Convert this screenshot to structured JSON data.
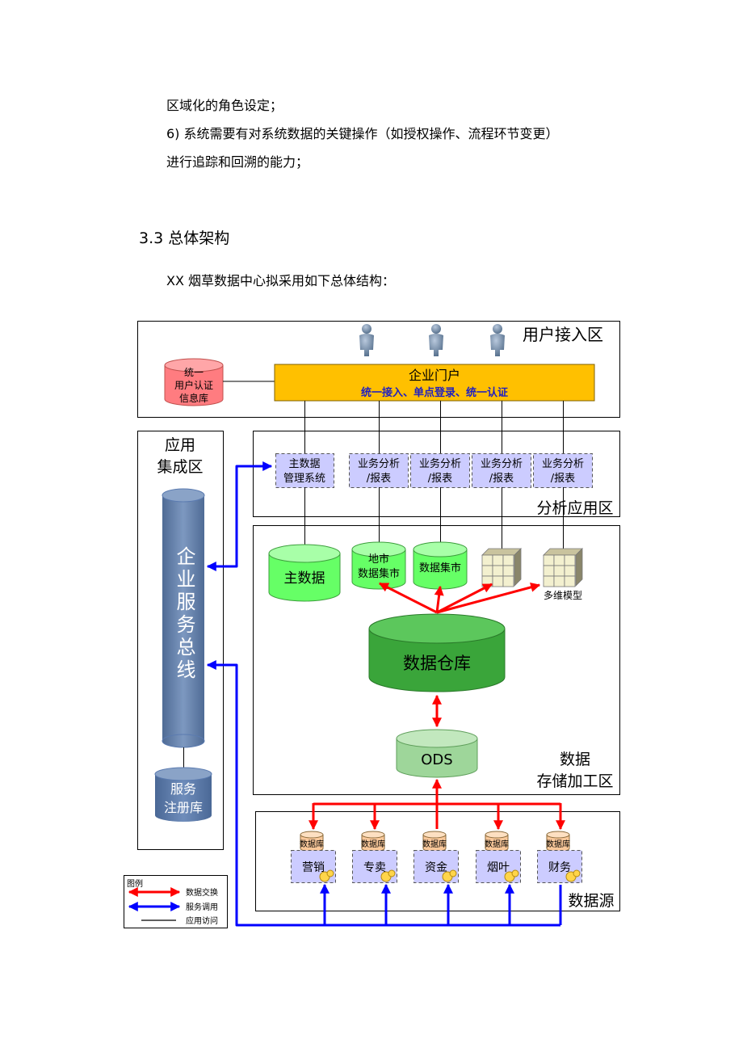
{
  "text": {
    "line1": "区域化的角色设定；",
    "line2": "6)  系统需要有对系统数据的关键操作（如授权操作、流程环节变更）",
    "line3": "进行追踪和回溯的能力；",
    "section_heading": "3.3  总体架构",
    "intro": "XX 烟草数据中心拟采用如下总体结构："
  },
  "diagram": {
    "zones": {
      "user_access": "用户接入区",
      "app_integration_line1": "应用",
      "app_integration_line2": "集成区",
      "analysis_app": "分析应用区",
      "storage_line1": "数据",
      "storage_line2": "存储加工区",
      "data_source": "数据源"
    },
    "auth_db": [
      "统一",
      "用户认证",
      "信息库"
    ],
    "portal": {
      "title": "企业门户",
      "subtitle": "统一接入、单点登录、统一认证"
    },
    "apps": {
      "master_mgmt": [
        "主数据",
        "管理系统"
      ],
      "bi_reports": [
        [
          "业务分析",
          "/报表"
        ],
        [
          "业务分析",
          "/报表"
        ],
        [
          "业务分析",
          "/报表"
        ],
        [
          "业务分析",
          "/报表"
        ]
      ]
    },
    "service_bus": "企业服务总线",
    "service_registry": [
      "服务",
      "注册库"
    ],
    "stores": {
      "master_data": "主数据",
      "city_mart": [
        "地市",
        "数据集市"
      ],
      "data_mart": "数据集市",
      "multidim": "多维模型",
      "warehouse": "数据仓库",
      "ods": "ODS"
    },
    "sources": {
      "db_label": "数据库",
      "systems": [
        "营销",
        "专卖",
        "资金",
        "烟叶",
        "财务"
      ]
    },
    "legend": {
      "title": "图例",
      "items": [
        "数据交换",
        "服务调用",
        "应用访问"
      ]
    },
    "colors": {
      "portal": "#ffc000",
      "auth_db": "#ff7c80",
      "data_exchange": "#ff0000",
      "service_call": "#0000ff",
      "warehouse": "#3aa53a",
      "ods": "#9ed69a",
      "mart": "#66ff66",
      "bus": "#6a86ae",
      "app_box": "#ccccff"
    }
  }
}
